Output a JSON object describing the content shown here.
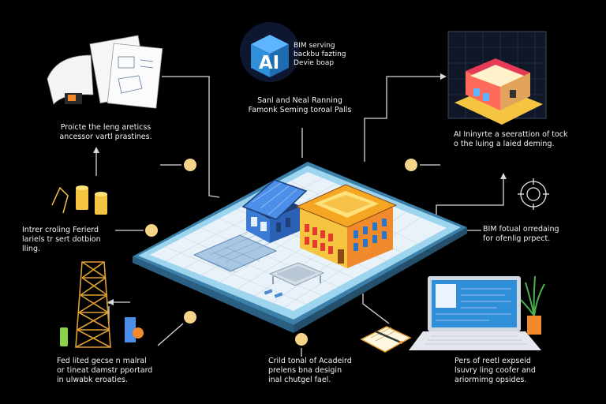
{
  "center": {
    "logo_text": "AI",
    "logo_color": "#2f8fd8",
    "logo_label": "BIM serving\nbackbu fazting\nDevie boap",
    "caption": "Sanl and Neal Ranning\nFamonk Seming toroal Palls"
  },
  "nodes": {
    "design_docs": {
      "label": "Proicte the leng areticss\nancessor vartl prastines.",
      "icon": "blueprint-icon"
    },
    "model_3d": {
      "label": "AI Ininyrte a seerattion of tock\no the luing a laied deming.",
      "icon": "3d-house-model-icon"
    },
    "materials": {
      "label": "Intrer croling Ferierd\nlariels tr sert dotbion\nlling.",
      "icon": "cylinders-icon"
    },
    "target": {
      "label": "BIM fotual orredaing\nfor ofenlig prpect.",
      "icon": "target-icon"
    },
    "tower": {
      "label": "Fed lited gecse n malral\nor tineat damstr pportard\nin ulwabk eroaties.",
      "icon": "tower-crane-icon"
    },
    "notes": {
      "label": "Crild tonal of Acadeird\nprelens bna desigin\ninal chutgel fael.",
      "icon": "notepad-icon"
    },
    "laptop": {
      "label": "Pers of reetl expseid\nlsuvry ling coofer and\nariormimg opsides.",
      "icon": "laptop-icon"
    }
  },
  "colors": {
    "background": "#000000",
    "connector": "#d8d8d8",
    "dot": "#f5d48a",
    "platform": "#7cc6e8",
    "house_blue": "#3b7bd6",
    "building_yellow": "#f5c542",
    "building_orange": "#f08a2c"
  }
}
